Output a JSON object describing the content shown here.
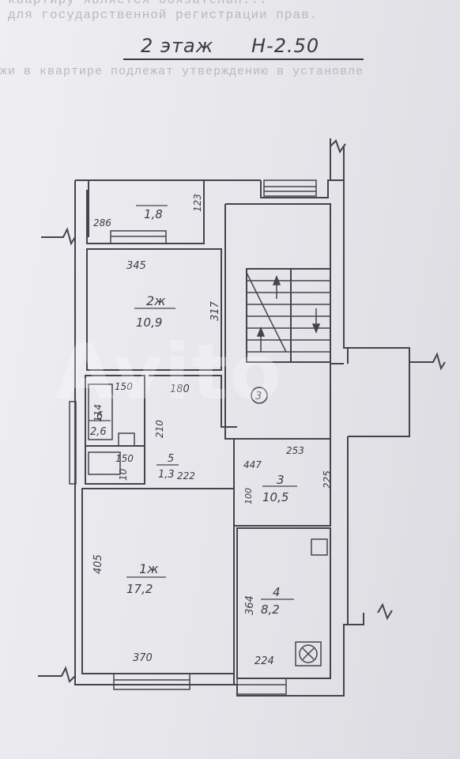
{
  "header": {
    "line1": "квартиру является обязательн...",
    "line2": "для государственной регистрации прав.",
    "floor_title": "2 этаж",
    "height_label": "Н-2.50",
    "line3": "жи в квартире подлежат утверждению в установле"
  },
  "watermark": "Avito",
  "rooms": [
    {
      "id": "1.8",
      "number": "",
      "area": "1,8"
    },
    {
      "id": "2x",
      "number": "2ж",
      "area": "10,9"
    },
    {
      "id": "6",
      "number": "6",
      "area": "2,6"
    },
    {
      "id": "5",
      "number": "5",
      "area": "1,3"
    },
    {
      "id": "3",
      "number": "3",
      "area": "10,5"
    },
    {
      "id": "1x",
      "number": "1ж",
      "area": "17,2"
    },
    {
      "id": "4",
      "number": "4",
      "area": "8,2"
    }
  ],
  "stair_marker": "3",
  "dimensions": {
    "d_286": "286",
    "d_123": "123",
    "d_345": "345",
    "d_317": "317",
    "d_150a": "150",
    "d_180": "180",
    "d_114": "114",
    "d_210": "210",
    "d_150b": "150",
    "d_10": "10",
    "d_447": "447",
    "d_253": "253",
    "d_222": "222",
    "d_100": "100",
    "d_225": "225",
    "d_405": "405",
    "d_364": "364",
    "d_370": "370",
    "d_224": "224"
  }
}
